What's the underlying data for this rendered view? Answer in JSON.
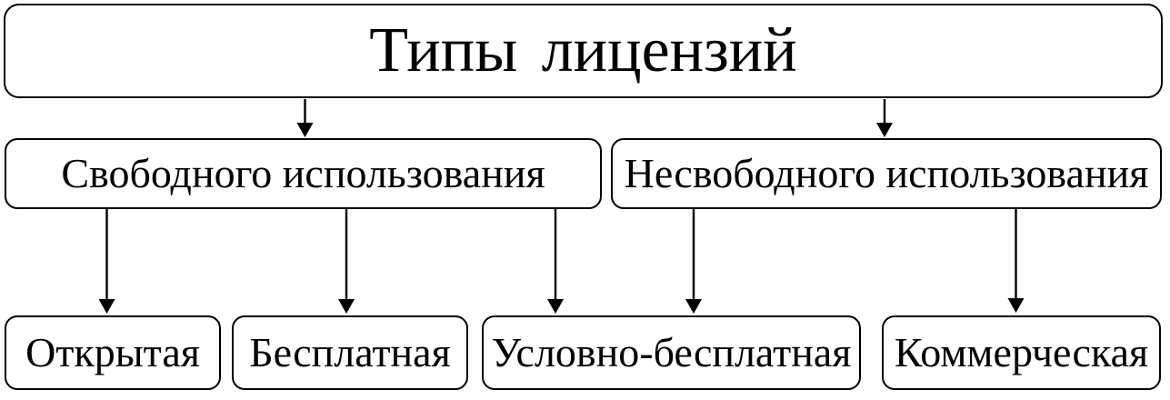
{
  "diagram": {
    "root": {
      "label": "Типы лицензий"
    },
    "level2": [
      {
        "label": "Свободного использования"
      },
      {
        "label": "Несвободного использования"
      }
    ],
    "level3": [
      {
        "label": "Открытая"
      },
      {
        "label": "Бесплатная"
      },
      {
        "label": "Условно-бесплатная"
      },
      {
        "label": "Коммерческая"
      }
    ],
    "edges": [
      {
        "from": "Типы лицензий",
        "to": "Свободного использования"
      },
      {
        "from": "Типы лицензий",
        "to": "Несвободного использования"
      },
      {
        "from": "Свободного использования",
        "to": "Открытая"
      },
      {
        "from": "Свободного использования",
        "to": "Бесплатная"
      },
      {
        "from": "Свободного использования",
        "to": "Условно-бесплатная"
      },
      {
        "from": "Несвободного использования",
        "to": "Условно-бесплатная"
      },
      {
        "from": "Несвободного использования",
        "to": "Коммерческая"
      }
    ],
    "colors": {
      "background": "#ffffff",
      "border": "#000000",
      "text": "#000000",
      "arrow": "#000000"
    }
  }
}
